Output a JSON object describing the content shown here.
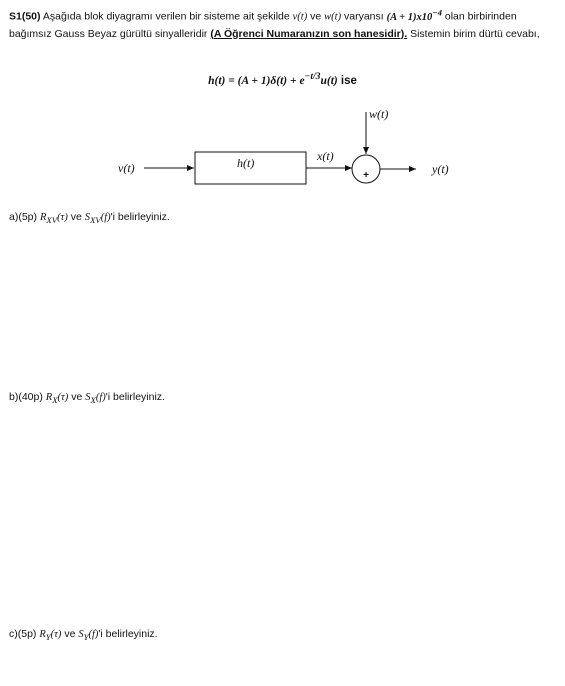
{
  "problem": {
    "id": "S1(50)",
    "intro_1": " Aşağıda blok diyagramı verilen bir sisteme ait şekilde ",
    "v_t": "v(t)",
    "ve": " ve ",
    "w_t": "w(t)",
    "intro_2": " varyansı ",
    "variance": "(A + 1)x10",
    "variance_exp": "−4",
    "intro_3": " olan birbirinden bağımsız Gauss Beyaz gürültü sinyalleridir ",
    "note": "(A Öğrenci Numaranızın son hanesidir).",
    "intro_4": " Sistemin birim dürtü cevabı,"
  },
  "formula": {
    "lhs": "h(t) = (A + 1)δ(t) + e",
    "exp": "−t/3",
    "rhs": "u(t)",
    "suffix": " ise"
  },
  "diagram": {
    "input_label": "v(t)",
    "block_label": "h(t)",
    "mid_label": "x(t)",
    "noise_label": "w(t)",
    "sum_sign": "+",
    "output_label": "y(t)"
  },
  "questions": [
    {
      "label": "a)(5p) ",
      "m1": "R",
      "s1": "XV",
      "m2": "(τ)",
      "mid": " ve ",
      "m3": "S",
      "s3": "XV",
      "m4": "(f)",
      "end": "'i belirleyiniz."
    },
    {
      "label": "b)(40p) ",
      "m1": "R",
      "s1": "X",
      "m2": "(τ)",
      "mid": " ve ",
      "m3": "S",
      "s3": "X",
      "m4": "(f)",
      "end": "'i belirleyiniz."
    },
    {
      "label": "c)(5p) ",
      "m1": "R",
      "s1": "Y",
      "m2": "(τ)",
      "mid": " ve ",
      "m3": "S",
      "s3": "Y",
      "m4": "(f)",
      "end": "'i belirleyiniz."
    }
  ]
}
